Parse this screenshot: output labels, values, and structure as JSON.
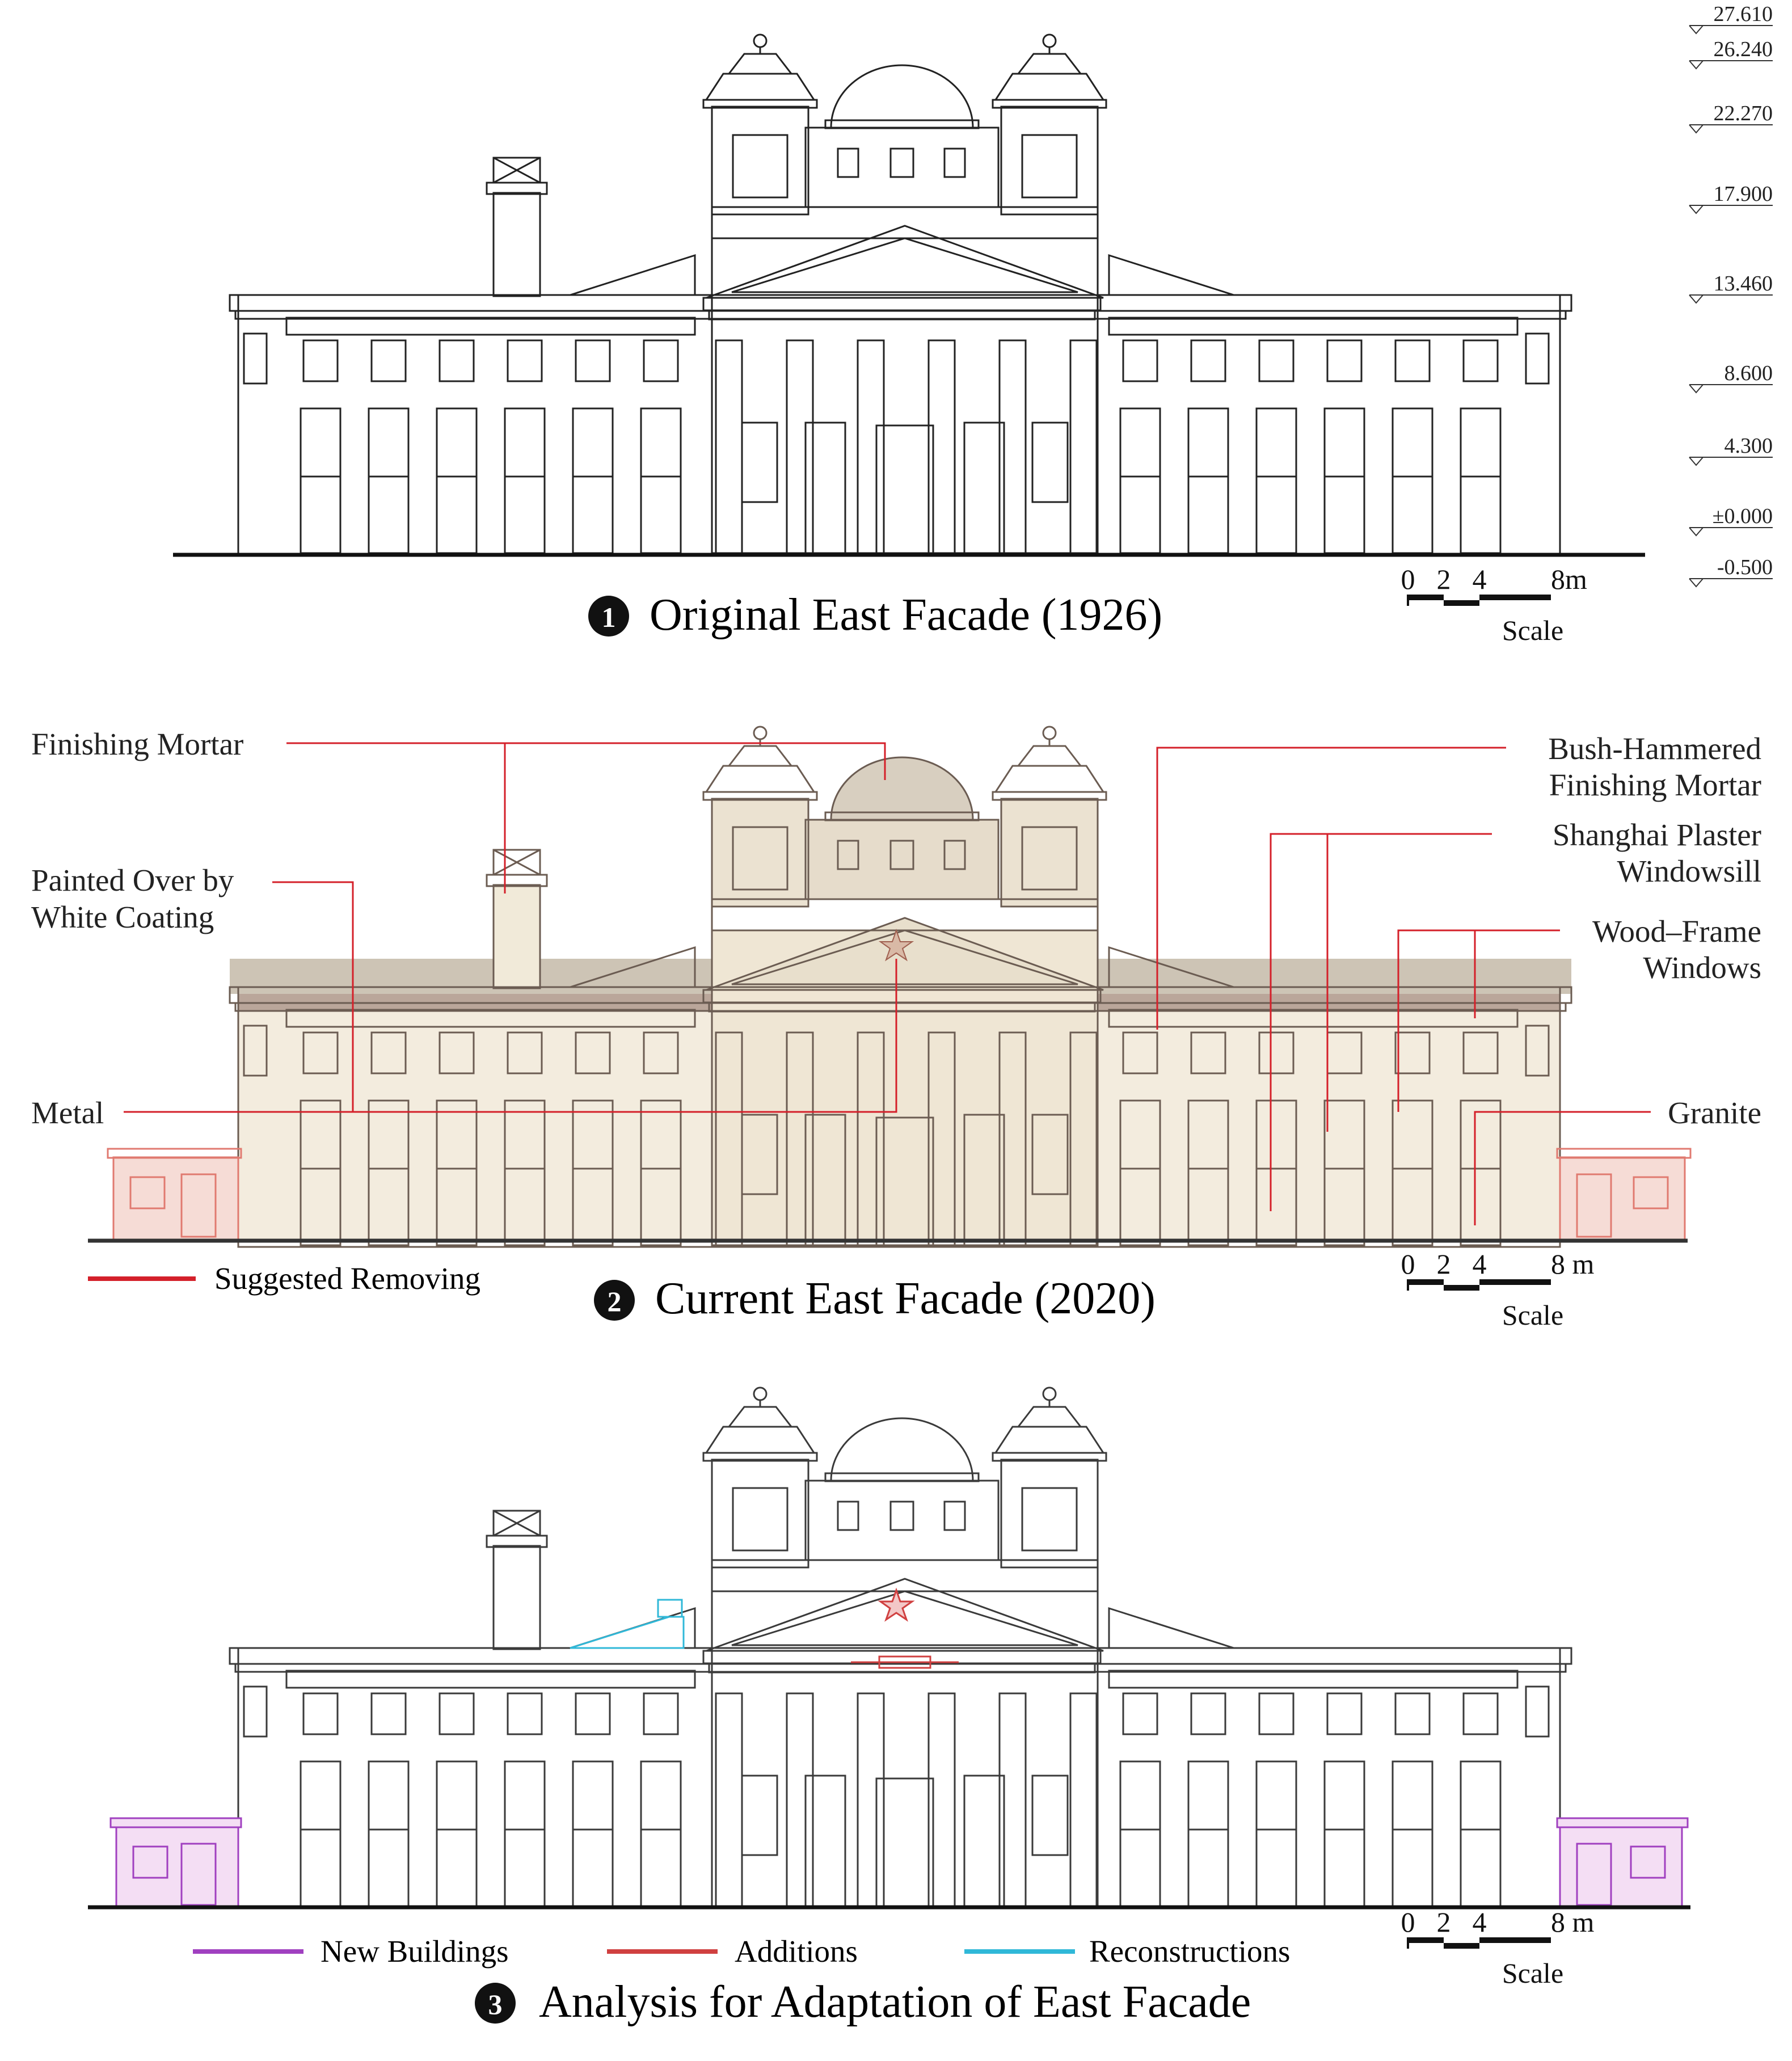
{
  "panels": [
    {
      "number": "1",
      "title": "Original East Facade (1926)",
      "scale": {
        "ticks": [
          "0",
          "2",
          "4",
          "8m"
        ],
        "label": "Scale"
      },
      "elevations": [
        "27.610",
        "26.240",
        "22.270",
        "17.900",
        "13.460",
        "8.600",
        "4.300",
        "±0.000",
        "-0.500"
      ]
    },
    {
      "number": "2",
      "title": "Current East Facade (2020)",
      "scale": {
        "ticks": [
          "0",
          "2",
          "4",
          "8 m"
        ],
        "label": "Scale"
      },
      "annotations_left": [
        {
          "lines": [
            "Finishing Mortar"
          ]
        },
        {
          "lines": [
            "Painted Over by",
            "White Coating"
          ]
        },
        {
          "lines": [
            "Metal"
          ]
        }
      ],
      "annotations_right": [
        {
          "lines": [
            "Bush-Hammered",
            "Finishing Mortar"
          ]
        },
        {
          "lines": [
            "Shanghai Plaster",
            "Windowsill"
          ]
        },
        {
          "lines": [
            "Wood–Frame",
            "Windows"
          ]
        },
        {
          "lines": [
            "Granite"
          ]
        }
      ],
      "legend": [
        {
          "label": "Suggested Removing",
          "color": "#d4202a"
        }
      ]
    },
    {
      "number": "3",
      "title": "Analysis for Adaptation of East Facade",
      "scale": {
        "ticks": [
          "0",
          "2",
          "4",
          "8 m"
        ],
        "label": "Scale"
      },
      "legend": [
        {
          "label": "New Buildings",
          "color": "#a040c0"
        },
        {
          "label": "Additions",
          "color": "#d04040"
        },
        {
          "label": "Reconstructions",
          "color": "#30b8d8"
        }
      ]
    }
  ]
}
